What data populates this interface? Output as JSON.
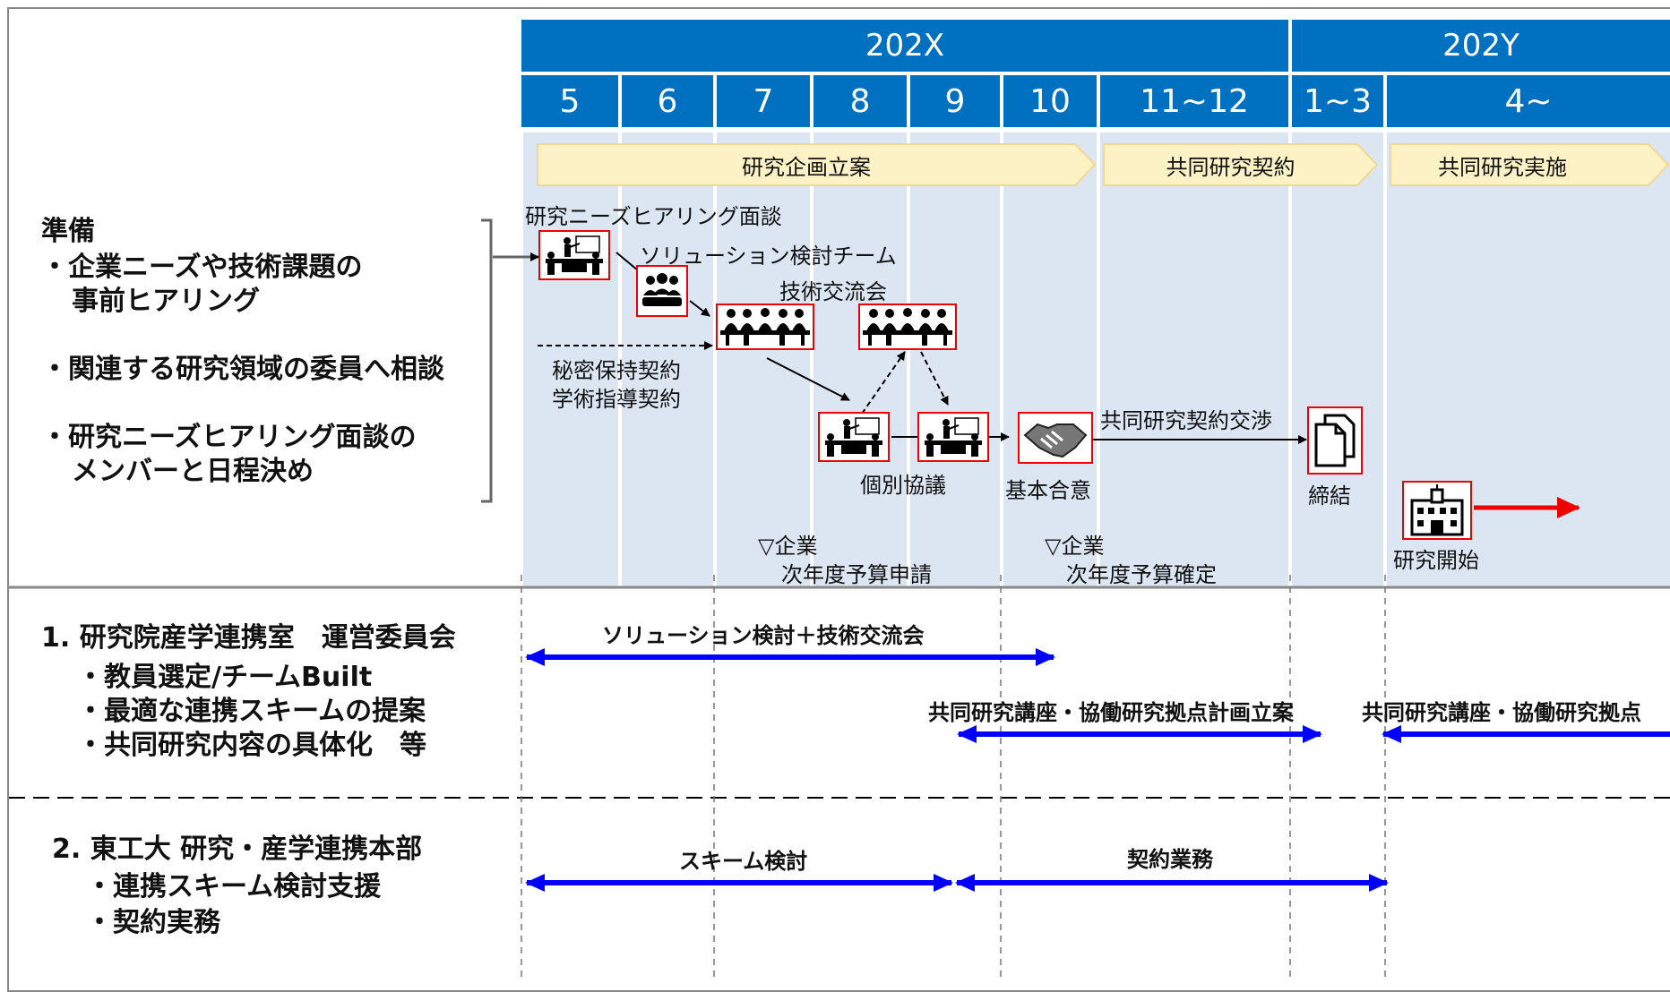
{
  "timeline": {
    "years": [
      "202X",
      "202Y"
    ],
    "months": [
      "5",
      "6",
      "7",
      "8",
      "9",
      "10",
      "11~12",
      "1~3",
      "4~"
    ]
  },
  "phases": [
    "研究企画立案",
    "共同研究契約",
    "共同研究実施"
  ],
  "prep": {
    "title": "準備",
    "items": [
      "・企業ニーズや技術課題の",
      "事前ヒアリング",
      "・関連する研究領域の委員へ相談",
      "・研究ニーズヒアリング面談の",
      "メンバーと日程決め"
    ]
  },
  "steps": {
    "hearing": "研究ニーズヒアリング面談",
    "solution_team": "ソリューション検討チーム",
    "tech_exchange": "技術交流会",
    "nda": [
      "秘密保持契約",
      "学術指導契約"
    ],
    "individual": "個別協議",
    "basic_agreement": "基本合意",
    "negotiation": "共同研究契約交渉",
    "signing": "締結",
    "research_start": "研究開始",
    "budget_apply": [
      "▽企業",
      "次年度予算申請"
    ],
    "budget_fix": [
      "▽企業",
      "次年度予算確定"
    ]
  },
  "sections": {
    "s1": {
      "title": "1. 研究院産学連携室　運営委員会",
      "items": [
        "・教員選定/チームBuilt",
        "・最適な連携スキームの提案",
        "・共同研究内容の具体化　等"
      ],
      "bars": [
        "ソリューション検討＋技術交流会",
        "共同研究講座・協働研究拠点計画立案",
        "共同研究講座・協働研究拠点"
      ]
    },
    "s2": {
      "title": "2. 東工大 研究・産学連携本部",
      "items": [
        "・連携スキーム検討支援",
        "・契約実務"
      ],
      "bars": [
        "スキーム検討",
        "契約業務"
      ]
    }
  },
  "colors": {
    "header": "#0070c0",
    "column": "#dce6f2",
    "phase": "#fdf1c6",
    "blue_arrow": "#0000ff",
    "red_arrow": "#ee0000",
    "icon_border": "#ee0000"
  }
}
